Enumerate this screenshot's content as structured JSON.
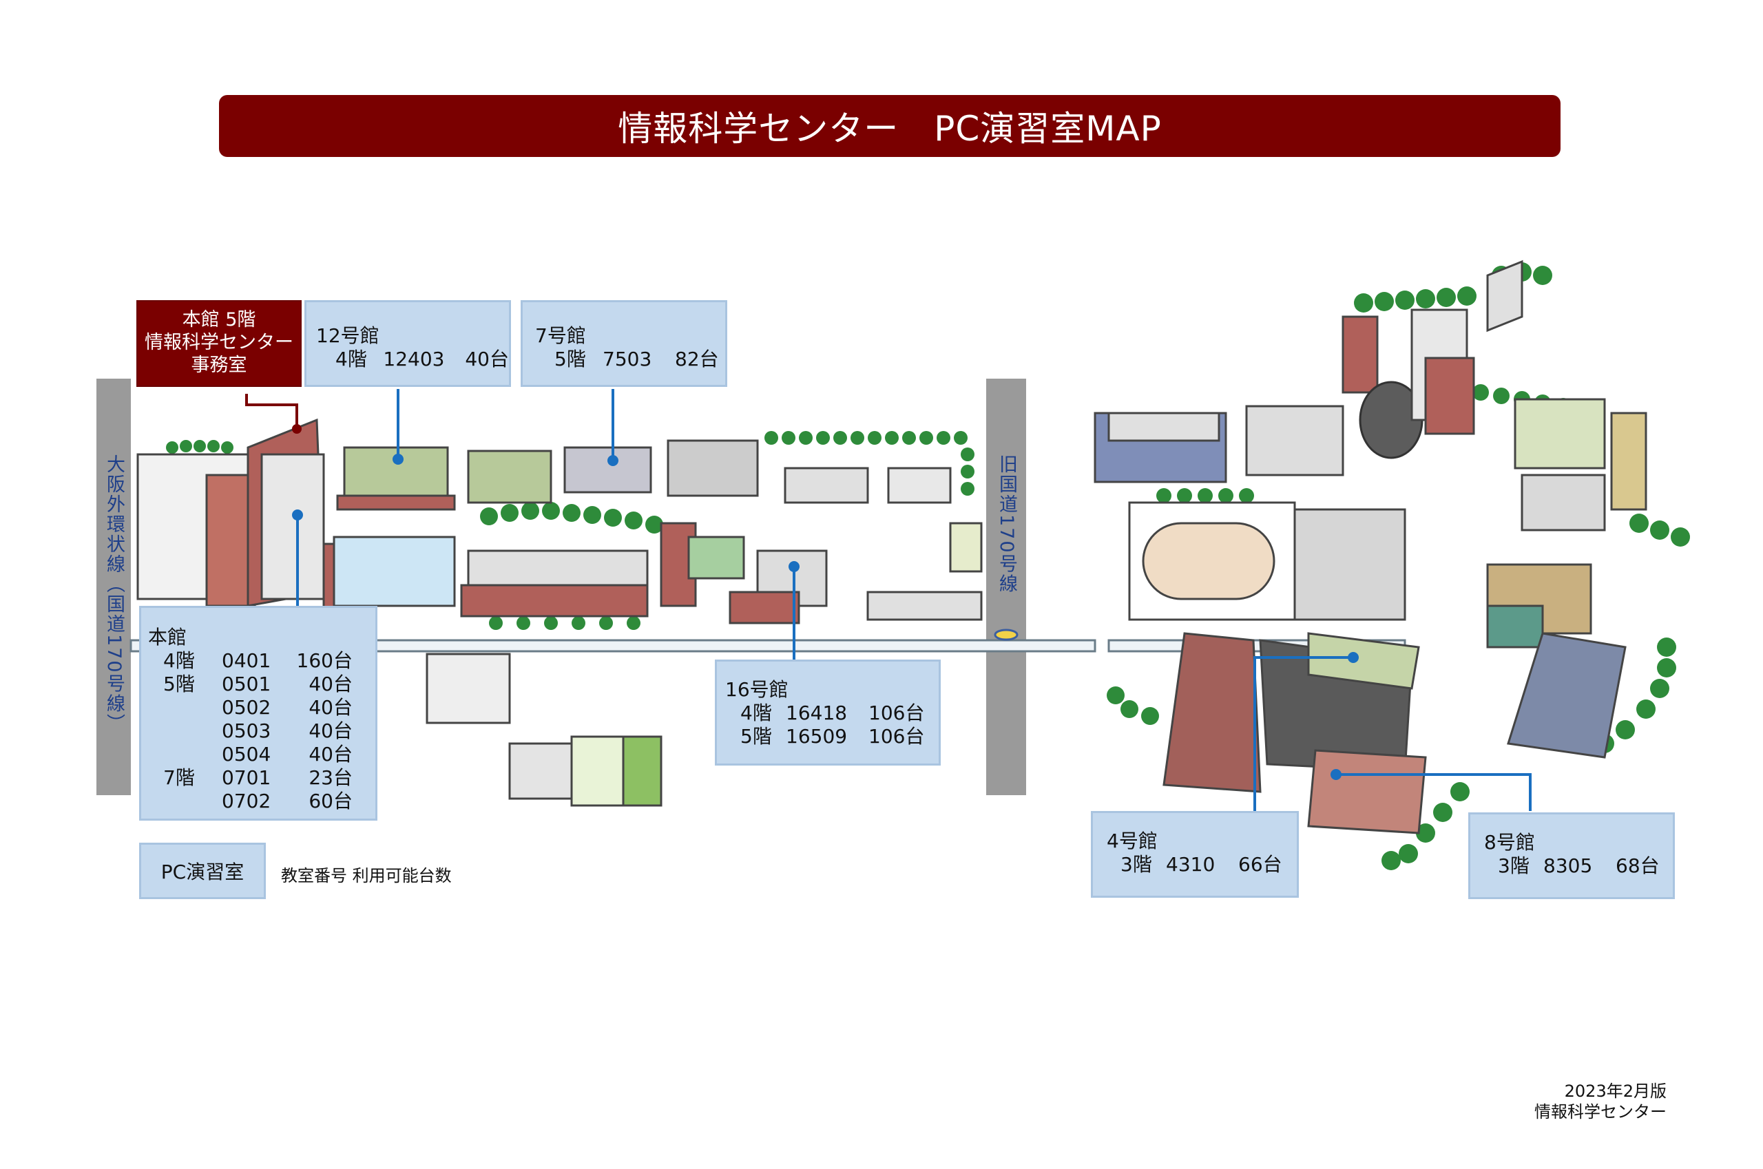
{
  "title": "情報科学センター　PC演習室MAP",
  "office": {
    "line1": "本館  5階",
    "line2": "情報科学センター",
    "line3": "事務室"
  },
  "roads": {
    "left": "大阪外環状線（国道170号線）",
    "middle": "旧国道170号線"
  },
  "buildings": [
    {
      "name": "12号館",
      "rooms": [
        {
          "floor": "4階",
          "room": "12403",
          "count": "40台"
        }
      ]
    },
    {
      "name": "7号館",
      "rooms": [
        {
          "floor": "5階",
          "room": "7503",
          "count": "82台"
        }
      ]
    },
    {
      "name": "本館",
      "rooms": [
        {
          "floor": "4階",
          "room": "0401",
          "count": "160台"
        },
        {
          "floor": "5階",
          "room": "0501",
          "count": "40台"
        },
        {
          "floor": "",
          "room": "0502",
          "count": "40台"
        },
        {
          "floor": "",
          "room": "0503",
          "count": "40台"
        },
        {
          "floor": "",
          "room": "0504",
          "count": "40台"
        },
        {
          "floor": "7階",
          "room": "0701",
          "count": "23台"
        },
        {
          "floor": "",
          "room": "0702",
          "count": "60台"
        }
      ]
    },
    {
      "name": "16号館",
      "rooms": [
        {
          "floor": "4階",
          "room": "16418",
          "count": "106台"
        },
        {
          "floor": "5階",
          "room": "16509",
          "count": "106台"
        }
      ]
    },
    {
      "name": "4号館",
      "rooms": [
        {
          "floor": "3階",
          "room": "4310",
          "count": "66台"
        }
      ]
    },
    {
      "name": "8号館",
      "rooms": [
        {
          "floor": "3階",
          "room": "8305",
          "count": "68台"
        }
      ]
    }
  ],
  "legend": {
    "box": "PC演習室",
    "description": "教室番号  利用可能台数"
  },
  "footer": {
    "edition": "2023年2月版",
    "org": "情報科学センター"
  },
  "colors": {
    "title_bg": "#7a0000",
    "label_bg": "#c4d9ee",
    "marker": "#1a6fc0",
    "road": "#9a9a9a",
    "brick": "#b0605a",
    "tree": "#2e8b3a"
  }
}
